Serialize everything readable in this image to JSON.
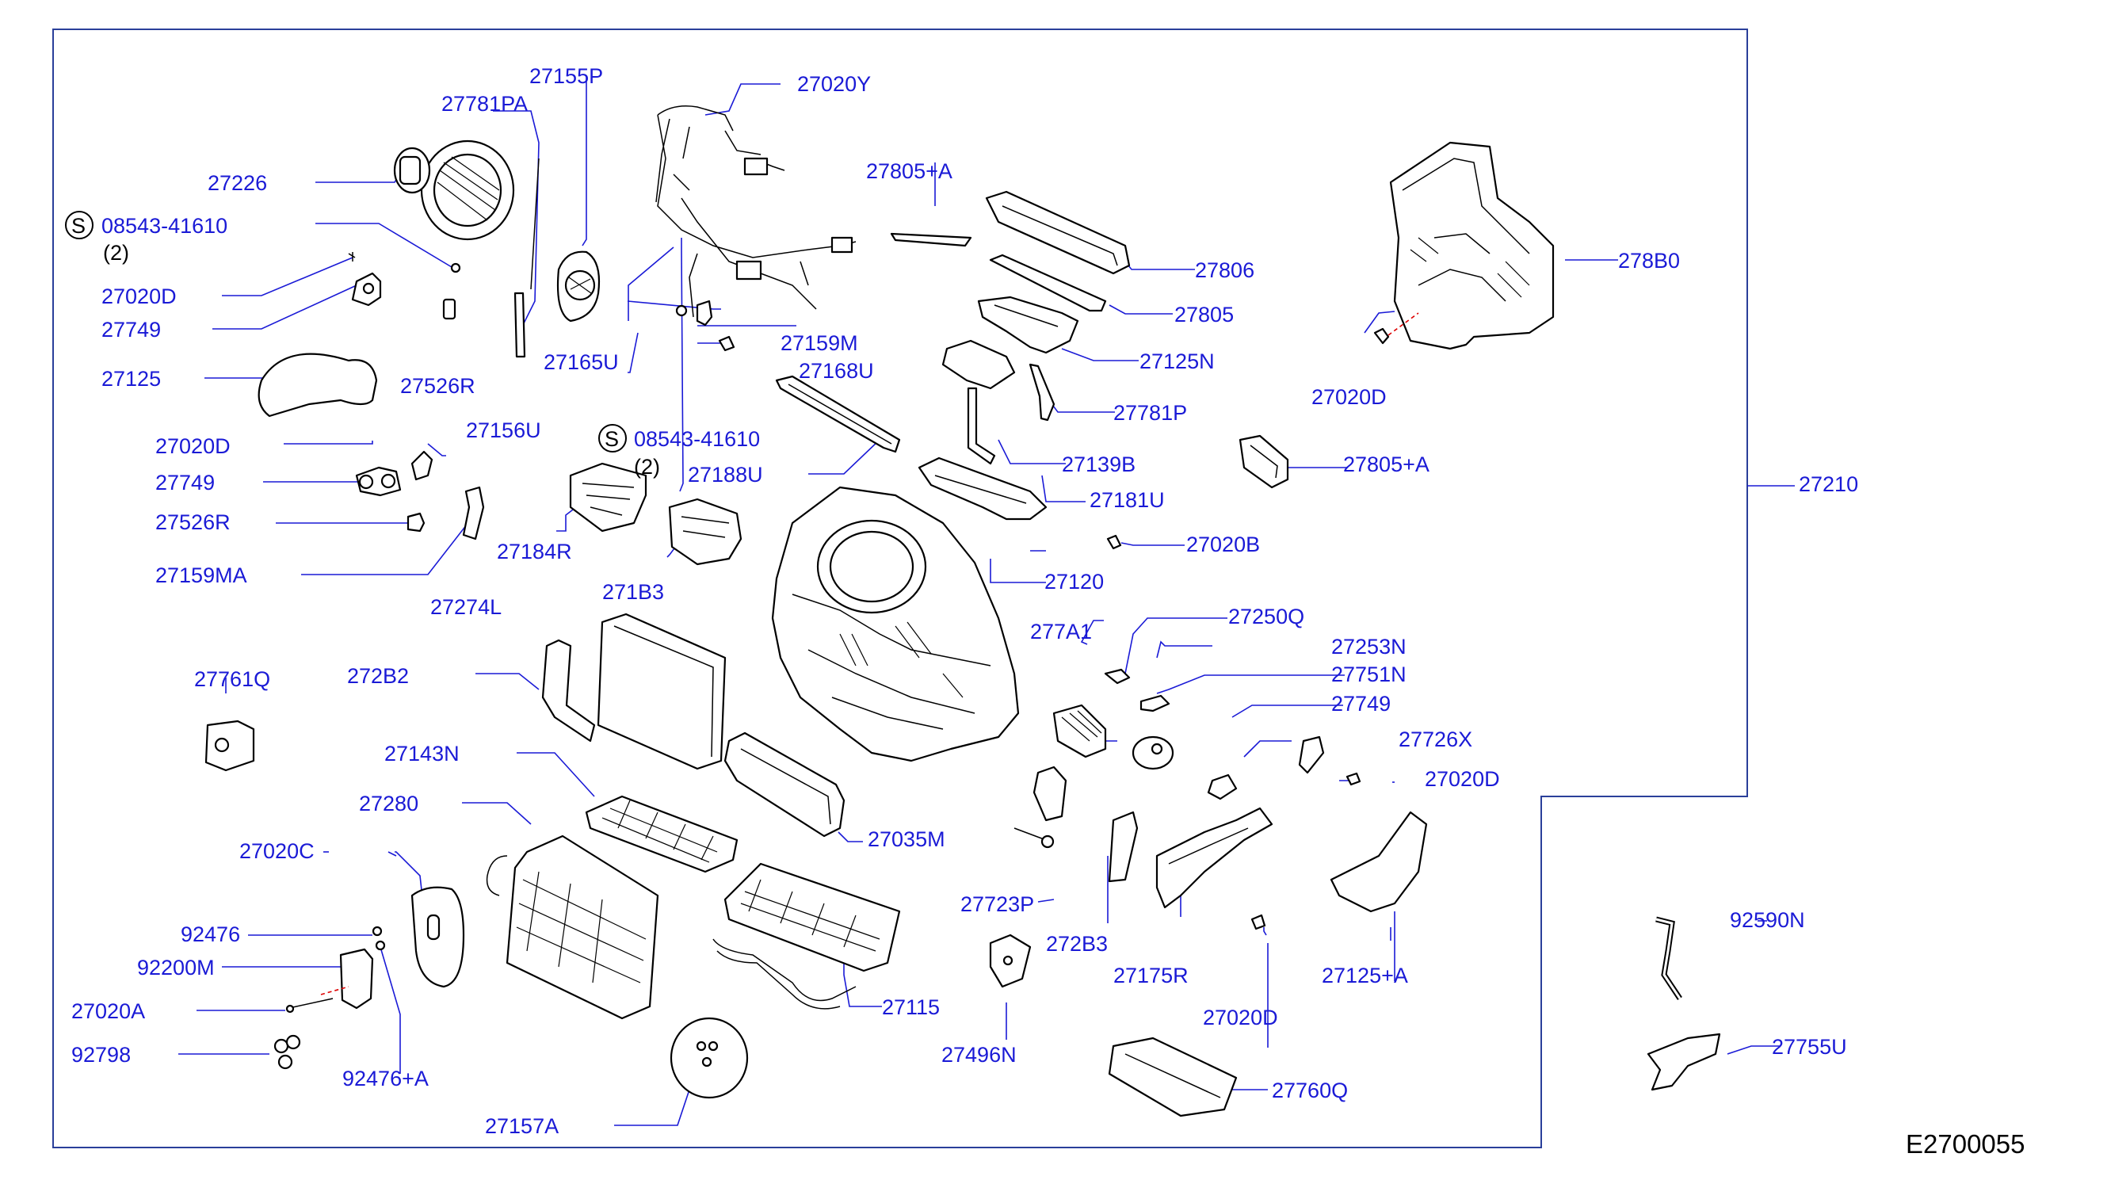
{
  "diagram_id": "E2700055",
  "colors": {
    "label": "#1a1ad6",
    "frame": "#2a3f9a",
    "part_outline": "#000000"
  },
  "labels": {
    "p27155P": "27155P",
    "p27781PA": "27781PA",
    "p27020Y": "27020Y",
    "p27226": "27226",
    "s08543a": "08543-41610",
    "qty_a": "(2)",
    "p27020D_a": "27020D",
    "p27749_a": "27749",
    "p27125": "27125",
    "p27526R_a": "27526R",
    "p27165U": "27165U",
    "p27805A_top": "27805+A",
    "p27806": "27806",
    "p27805": "27805",
    "p27125N": "27125N",
    "p278B0": "278B0",
    "p27020D_b": "27020D",
    "p27159M": "27159M",
    "p27168U": "27168U",
    "p27781P": "27781P",
    "p27020D_c": "27020D",
    "p27156U": "27156U",
    "s08543b": "08543-41610",
    "qty_b": "(2)",
    "p27188U": "27188U",
    "p27139B": "27139B",
    "p27805A_mid": "27805+A",
    "p27210": "27210",
    "p27749_b": "27749",
    "p27181U": "27181U",
    "p27526R_b": "27526R",
    "p27184R": "27184R",
    "p27020B": "27020B",
    "p27159MA": "27159MA",
    "p271B3": "271B3",
    "p27120": "27120",
    "p27274L": "27274L",
    "p277A1": "277A1",
    "p27250Q": "27250Q",
    "p27253N": "27253N",
    "p272B2": "272B2",
    "p27751N": "27751N",
    "p27761Q": "27761Q",
    "p27749_c": "27749",
    "p27726X": "27726X",
    "p27143N": "27143N",
    "p27020D_d": "27020D",
    "p27280": "27280",
    "p27035M": "27035M",
    "p27020C": "27020C",
    "p27723P": "27723P",
    "p272B3": "272B3",
    "p92590N": "92590N",
    "p92476": "92476",
    "p27175R": "27175R",
    "p27125A": "27125+A",
    "p92200M": "92200M",
    "p27020A": "27020A",
    "p27115": "27115",
    "p27020D_e": "27020D",
    "p27496N": "27496N",
    "p27755U": "27755U",
    "p92798": "92798",
    "p92476A": "92476+A",
    "p27760Q": "27760Q",
    "p27157A": "27157A",
    "s_mark": "S"
  },
  "footer": {
    "diagram_code": "E2700055"
  }
}
